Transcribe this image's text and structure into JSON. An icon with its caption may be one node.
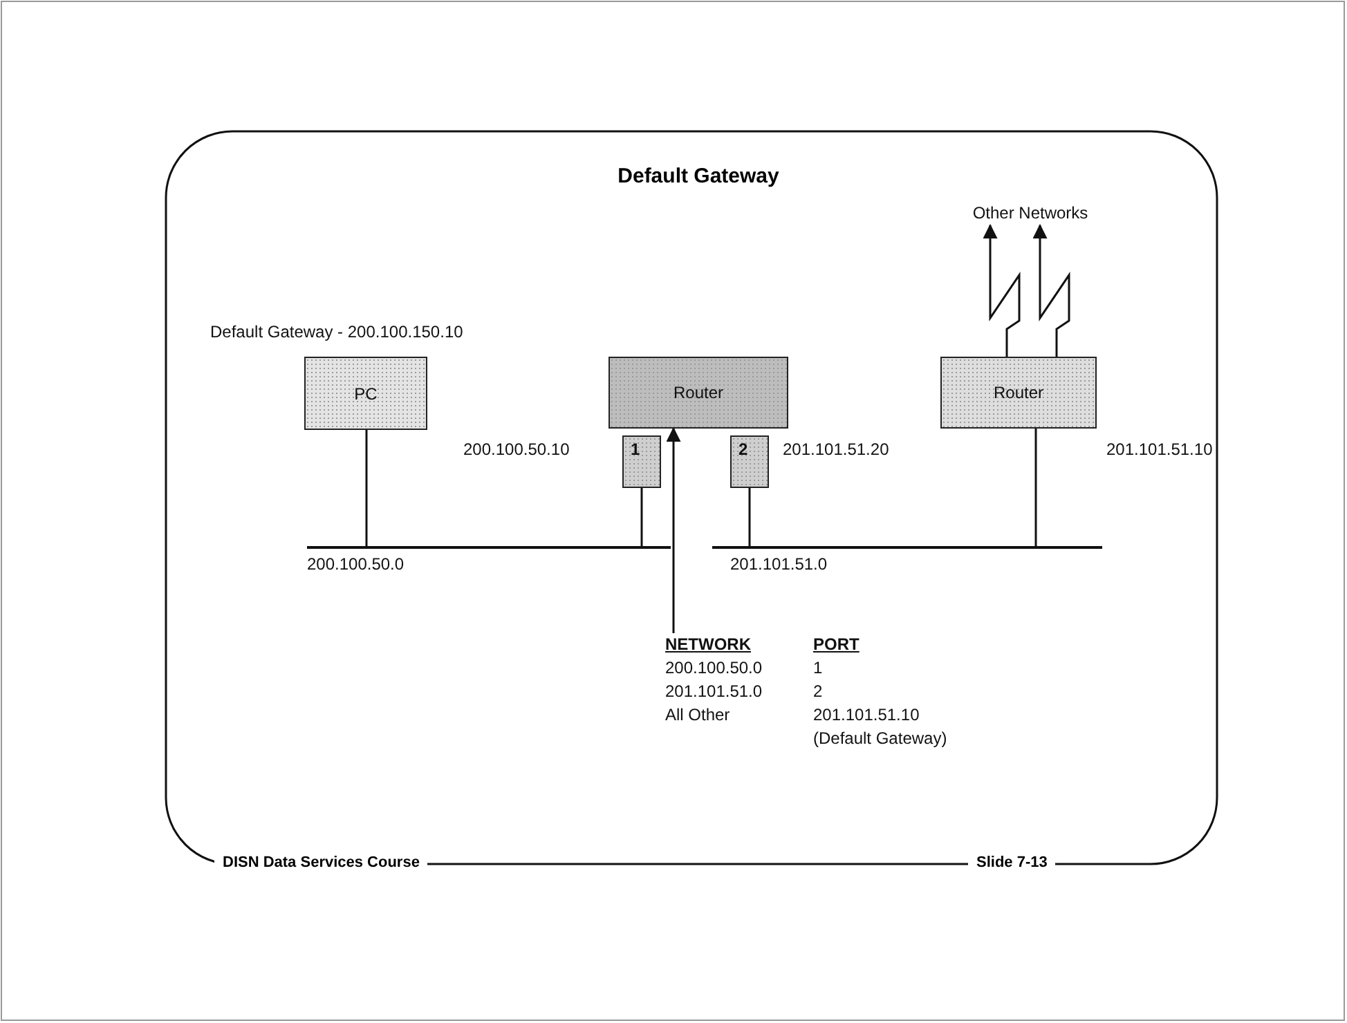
{
  "diagram": {
    "title": "Default Gateway",
    "nodes": [
      {
        "text": [
          "PC"
        ],
        "beside": [
          "Default Gateway - 200.100.150.10"
        ]
      },
      {
        "text": [
          "Router"
        ]
      },
      {
        "text": [
          "1"
        ],
        "beside": [
          "200.100.50.10"
        ]
      },
      {
        "text": [
          "2"
        ],
        "beside": [
          "201.101.51.20"
        ]
      },
      {
        "text": [
          "Router"
        ],
        "beside": [
          "201.101.51.10"
        ]
      },
      {
        "text": [],
        "shape": "bar",
        "beside": [
          "200.100.50.0"
        ]
      },
      {
        "text": [],
        "shape": "bar",
        "beside": [
          "201.101.51.0"
        ]
      },
      {
        "text": [
          "Other Networks"
        ]
      },
      {
        "text": [
          "NETWORK",
          "PORT",
          "200.100.50.0",
          "1",
          "201.101.51.0",
          "2",
          "All Other",
          "201.101.51.10 (Default Gateway)"
        ]
      }
    ],
    "edges": [
      {
        "from": 0,
        "to": 5,
        "arrow": "none"
      },
      {
        "from": 2,
        "to": 5,
        "arrow": "none"
      },
      {
        "from": 3,
        "to": 6,
        "arrow": "none"
      },
      {
        "from": 4,
        "to": 6,
        "arrow": "none"
      },
      {
        "from": 4,
        "to": 7,
        "arrow": "to"
      },
      {
        "from": 4,
        "to": 7,
        "arrow": "to"
      },
      {
        "from": 8,
        "to": 1,
        "arrow": "to"
      }
    ],
    "labels": [
      "DISN Data Services Course",
      "Slide 7-13"
    ]
  }
}
